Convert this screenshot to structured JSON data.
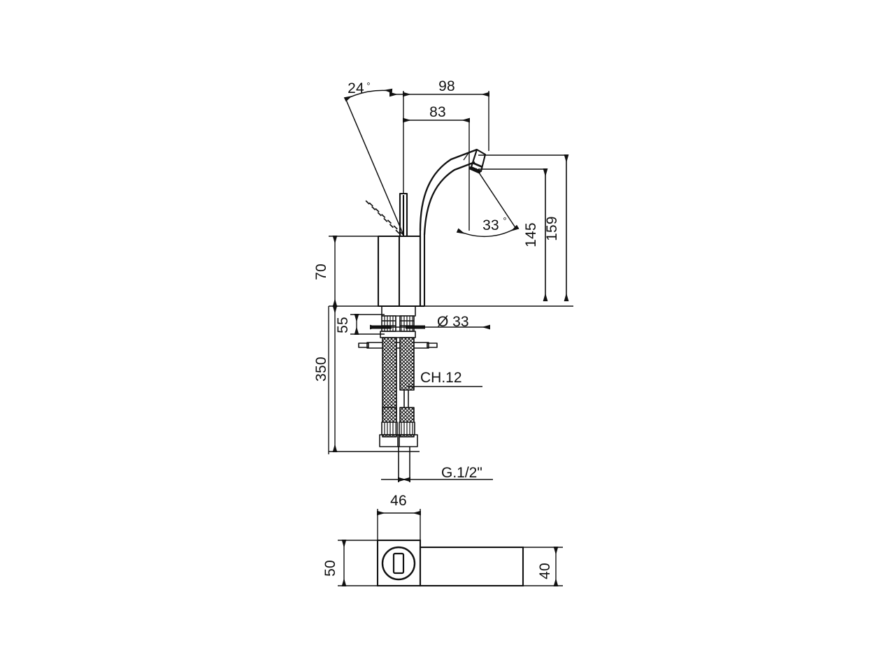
{
  "document": {
    "type": "technical-drawing",
    "subject": "single-lever basin mixer tap",
    "background_color": "#ffffff",
    "line_color": "#111111"
  },
  "views": {
    "elevation": {
      "name": "side-elevation-view"
    },
    "plan": {
      "name": "top-plan-view"
    }
  },
  "dimensions": {
    "angle_lever": "24",
    "angle_lever_unit": "°",
    "spout_reach_total": "98",
    "spout_reach_inner": "83",
    "angle_spout": "33",
    "angle_spout_unit": "°",
    "height_aerator": "145",
    "height_spout_top": "159",
    "body_height": "70",
    "mount_thickness": "55",
    "hose_length": "350",
    "hole_diameter": "Ø 33",
    "wrench_size": "CH.12",
    "thread_size": "G.1/2\"",
    "plan_width": "46",
    "plan_depth": "50",
    "plan_spout_depth": "40"
  }
}
